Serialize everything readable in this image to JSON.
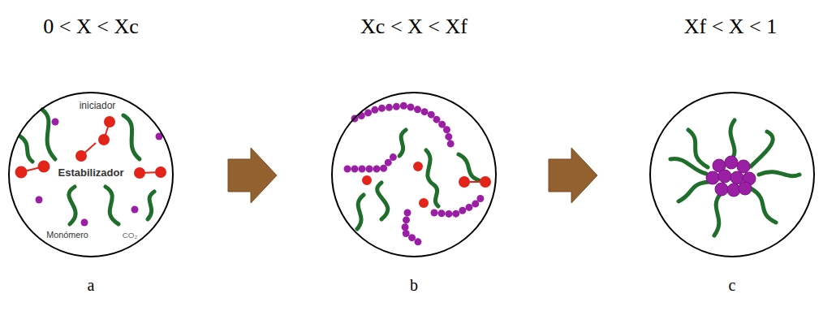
{
  "diagram": {
    "nodes": [
      {
        "text": [
          "0 < X < Xc",
          "iniciador",
          "Estabilizador",
          "Monómero",
          "CO₂",
          "a"
        ]
      },
      {
        "text": [
          "Xc < X < Xf",
          "b"
        ]
      },
      {
        "text": [
          "Xf < X < 1",
          "c"
        ]
      }
    ],
    "edges": [
      {
        "from": 0,
        "to": 1,
        "arrow": "to"
      },
      {
        "from": 1,
        "to": 2,
        "arrow": "to"
      }
    ]
  }
}
